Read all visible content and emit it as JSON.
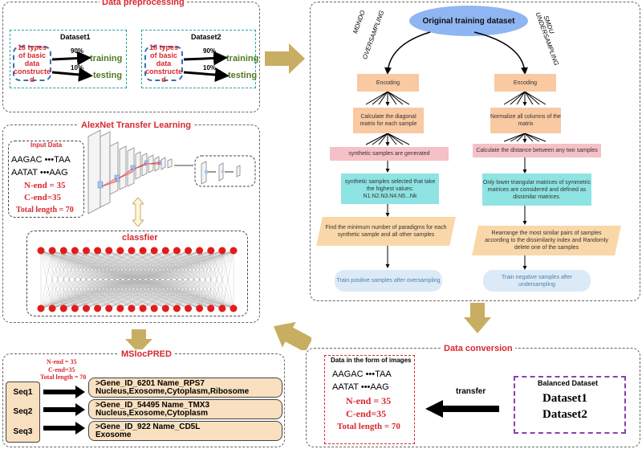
{
  "preprocessing": {
    "title": "Data preprocessing",
    "dataset1": {
      "name": "Dataset1",
      "desc": "16 types of basic data constructe d",
      "pct_train": "90%",
      "pct_test": "10%",
      "training": "training",
      "testing": "testing"
    },
    "dataset2": {
      "name": "Dataset2",
      "desc": "18 types of basic data constructe d",
      "pct_train": "90%",
      "pct_test": "10%",
      "training": "training",
      "testing": "testing"
    }
  },
  "sampling": {
    "original": "Original training dataset",
    "left_label_1": "MDNDO",
    "left_label_2": "OVERSAMPLING",
    "right_label_1": "SMDU",
    "right_label_2": "UNDERSAMPLING",
    "left": {
      "encoding": "Encoding",
      "diag": "Calculate the diagonal matrix for each sample",
      "synth": "synthetic samples are generated",
      "selected": "synthetic samples selected that take the highest values: N1.N2.N3.N4.N5...Nk",
      "paradigm": "Find the minimum number of paradigms for each synthetic sample and all other samples",
      "train": "Train positive samples after oversampling"
    },
    "right": {
      "encoding": "Encoding",
      "normalize": "Normalize all columns of the matrix",
      "distance": "Calculate the distance between any two samples",
      "triangular": "Only lower triangular matrices of symmetric matrices are considered and defined as dissimilar matrices.",
      "rearrange": "Rearrange the most similar pairs of samples according to the dissimilarity index and Randomly delete one of the samples",
      "train": "Train negative samples after undersampling"
    }
  },
  "alexnet": {
    "title": "AlexNet Transfer Learning",
    "input_title": "Input Data",
    "seq1": "AAGAC •••TAA",
    "seq2": "AATAT •••AAG",
    "nend": "N-end = 35",
    "cend": "C-end=35",
    "total": "Total length = 70",
    "classifier": "classfier"
  },
  "msloc": {
    "title": "MSlocPRED",
    "nend": "N-end = 35",
    "cend": "C-end=35",
    "total": "Total length = 70",
    "rows": [
      {
        "label": "Seq1",
        "line1": ">Gene_ID_6201 Name_RPS7",
        "line2": "Nucleus,Exosome,Cytoplasm,Ribosome"
      },
      {
        "label": "Seq2",
        "line1": ">Gene_ID_54495 Name_TMX3",
        "line2": "Nucleus,Exosome,Cytoplasm"
      },
      {
        "label": "Seq3",
        "line1": ">Gene_ID_922 Name_CD5L",
        "line2": "Exosome"
      }
    ]
  },
  "conversion": {
    "title": "Data conversion",
    "images_title": "Data in the form of images",
    "seq1": "AAGAC •••TAA",
    "seq2": "AATAT •••AAG",
    "nend": "N-end = 35",
    "cend": "C-end=35",
    "total": "Total length = 70",
    "transfer": "transfer",
    "balanced_title": "Balanced  Dataset",
    "ds1": "Dataset1",
    "ds2": "Dataset2"
  },
  "colors": {
    "red": "#d8282f",
    "arrow": "#c8ae62",
    "teal": "#29a3a3",
    "node": "#e41b1b",
    "purple": "#8b3fb0"
  }
}
